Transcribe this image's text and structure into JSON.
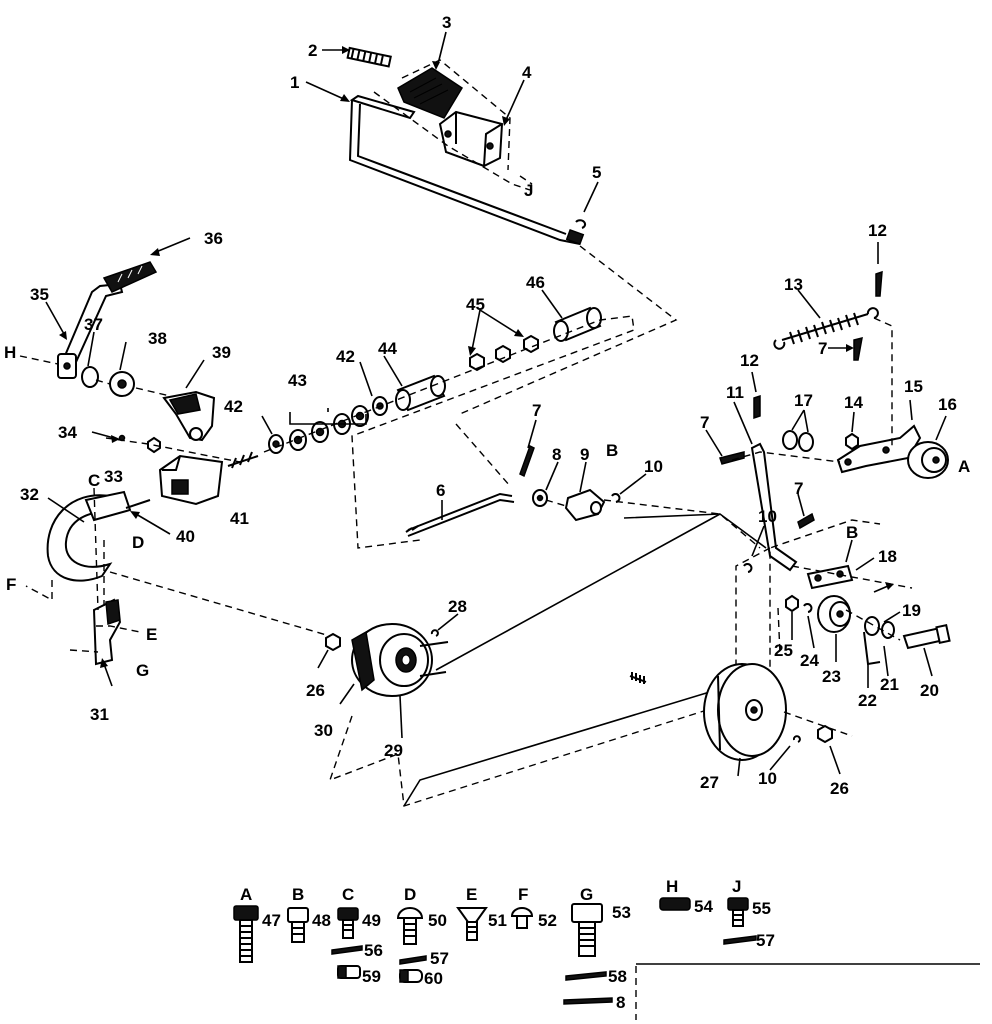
{
  "diagram": {
    "callouts": {
      "c1": "1",
      "c2": "2",
      "c3": "3",
      "c4": "4",
      "c5": "5",
      "c6": "6",
      "c7a": "7",
      "c7b": "7",
      "c7c": "7",
      "c7d": "7",
      "c8": "8",
      "c9": "9",
      "c10a": "10",
      "c10b": "10",
      "c10c": "10",
      "c11": "11",
      "c12a": "12",
      "c12b": "12",
      "c13": "13",
      "c14": "14",
      "c15": "15",
      "c16": "16",
      "c17": "17",
      "c18": "18",
      "c19": "19",
      "c20": "20",
      "c21": "21",
      "c22": "22",
      "c23": "23",
      "c24": "24",
      "c25": "25",
      "c26a": "26",
      "c26b": "26",
      "c27": "27",
      "c28": "28",
      "c29": "29",
      "c30": "30",
      "c31": "31",
      "c32": "32",
      "c33": "33",
      "c34": "34",
      "c35": "35",
      "c36": "36",
      "c37": "37",
      "c38": "38",
      "c39": "39",
      "c40": "40",
      "c41": "41",
      "c42a": "42",
      "c42b": "42",
      "c43": "43",
      "c44": "44",
      "c45": "45",
      "c46": "46"
    },
    "refs": {
      "A1": "A",
      "A2": "A",
      "B1": "B",
      "B2": "B",
      "C1": "C",
      "D1": "D",
      "E1": "E",
      "F1": "F",
      "G1": "G",
      "H1": "H",
      "J1": "J"
    },
    "hardware": [
      {
        "letter": "A",
        "num": "47"
      },
      {
        "letter": "B",
        "num": "48"
      },
      {
        "letter": "C",
        "num": "49"
      },
      {
        "letter": "D",
        "num": "50"
      },
      {
        "letter": "E",
        "num": "51"
      },
      {
        "letter": "F",
        "num": "52"
      },
      {
        "letter": "G",
        "num": "53"
      },
      {
        "letter": "H",
        "num": "54"
      },
      {
        "letter": "J",
        "num": "55"
      }
    ],
    "hardware_extra": {
      "n56": "56",
      "n57a": "57",
      "n57b": "57",
      "n58": "58",
      "n8": "8",
      "n59": "59",
      "n60": "60"
    }
  }
}
